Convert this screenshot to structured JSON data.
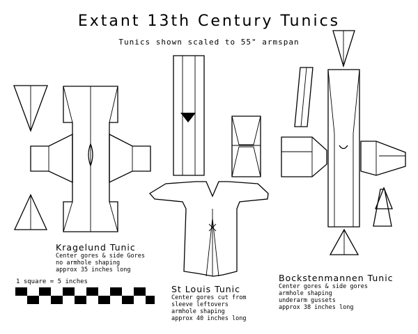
{
  "title": "Extant 13th Century Tunics",
  "subtitle": "Tunics shown scaled to 55\" armspan",
  "scale_label": "1 square = 5 inches",
  "tunics": [
    {
      "name": "Kragelund Tunic",
      "notes": [
        "Center gores & side Gores",
        "no armhole shaping",
        "approx 35 inches long"
      ]
    },
    {
      "name": "St Louis Tunic",
      "notes": [
        "Center gores cut from",
        "sleeve leftovers",
        "armhole shaping",
        "approx 40 inches long"
      ]
    },
    {
      "name": "Bockstenmannen Tunic",
      "notes": [
        "Center gores & side gores",
        "armhole shaping",
        "underarm gussets",
        "approx 38 inches long"
      ]
    }
  ]
}
